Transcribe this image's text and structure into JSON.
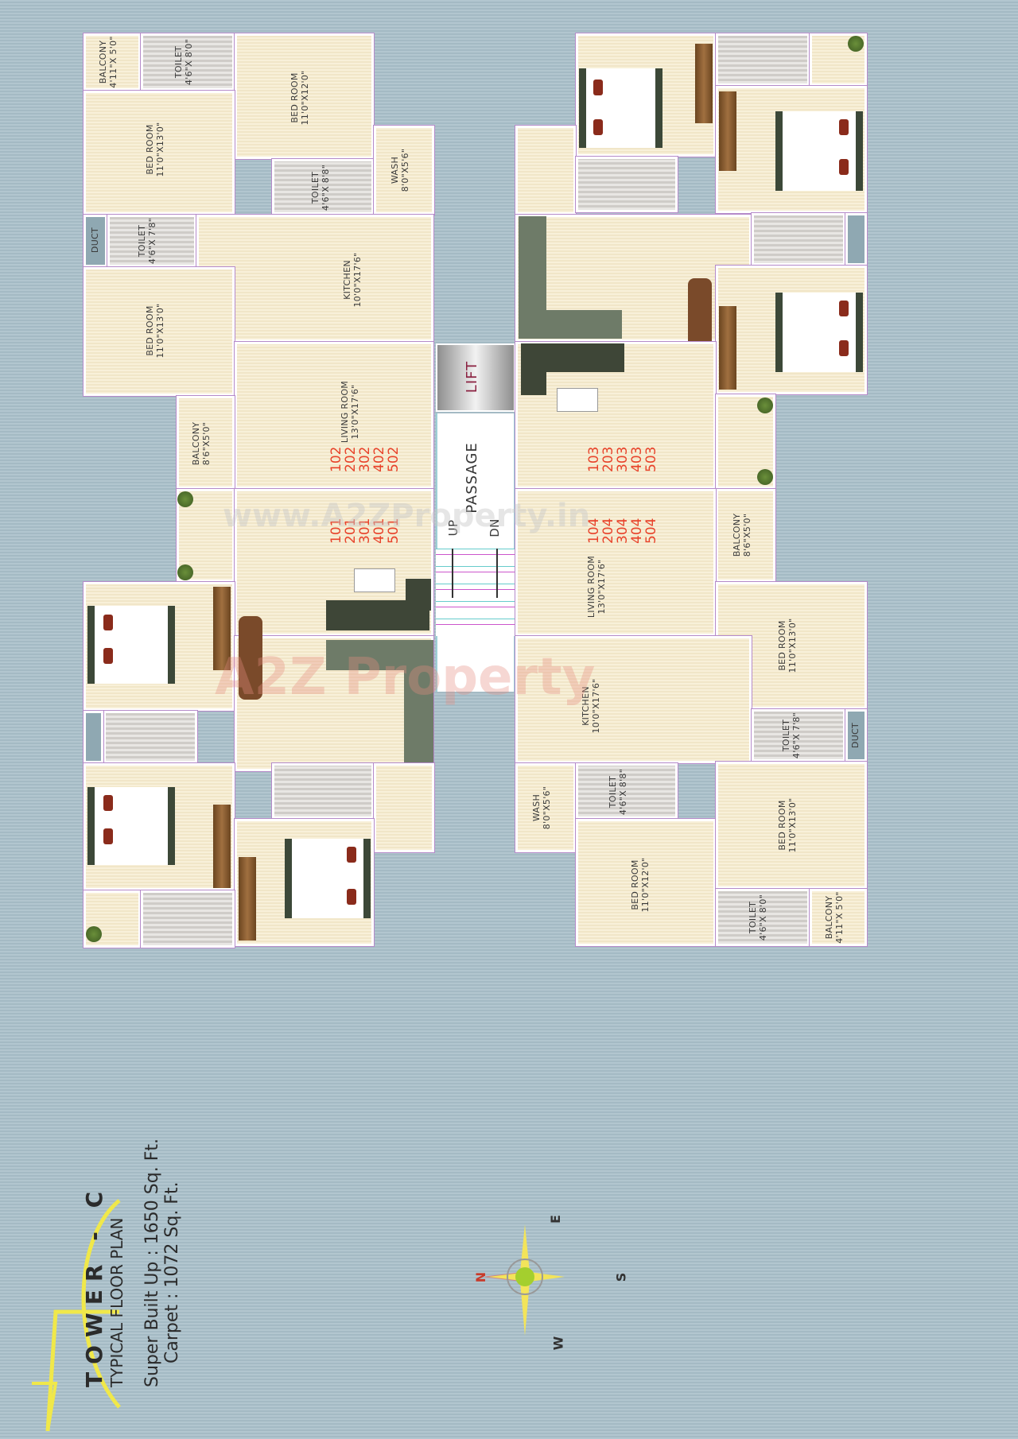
{
  "title": {
    "tower": "TOWER - C",
    "subtitle": "TYPICAL FLOOR PLAN",
    "super_built_up": "Super Built Up : 1650 Sq. Ft.",
    "carpet": "Carpet : 1072 Sq. Ft."
  },
  "core": {
    "lift": "LIFT",
    "passage": "PASSAGE",
    "up": "UP",
    "dn": "DN"
  },
  "units": {
    "flat_x01": [
      "101",
      "201",
      "301",
      "401",
      "501"
    ],
    "flat_x02": [
      "102",
      "202",
      "302",
      "402",
      "502"
    ],
    "flat_x03": [
      "103",
      "203",
      "303",
      "403",
      "503"
    ],
    "flat_x04": [
      "104",
      "204",
      "304",
      "404",
      "504"
    ],
    "color": "#e8432b"
  },
  "left_top_flat": {
    "balcony_1": {
      "name": "BALCONY",
      "dim": "4'11\"X 5'0\""
    },
    "toilet_1": {
      "name": "TOILET",
      "dim": "4'6\"X 8'0\""
    },
    "bedroom_1": {
      "name": "BED ROOM",
      "dim": "11'0\"X12'0\""
    },
    "bedroom_2": {
      "name": "BED ROOM",
      "dim": "11'0\"X13'0\""
    },
    "toilet_2": {
      "name": "TOILET",
      "dim": "4'6\"X 8'8\""
    },
    "wash": {
      "name": "WASH",
      "dim": "8'0\"X5'6\""
    },
    "duct": {
      "name": "DUCT"
    },
    "toilet_3": {
      "name": "TOILET",
      "dim": "4'6\"X 7'8\""
    },
    "kitchen": {
      "name": "KITCHEN",
      "dim": "10'0\"X17'6\""
    },
    "bedroom_3": {
      "name": "BED ROOM",
      "dim": "11'0\"X13'0\""
    },
    "living": {
      "name": "LIVING ROOM",
      "dim": "13'0\"X17'6\""
    },
    "balcony_2": {
      "name": "BALCONY",
      "dim": "8'6\"X5'0\""
    }
  },
  "right_bottom_flat": {
    "balcony_1": {
      "name": "BALCONY",
      "dim": "8'6\"X5'0\""
    },
    "living": {
      "name": "LIVING ROOM",
      "dim": "13'0\"X17'6\""
    },
    "bedroom_1": {
      "name": "BED ROOM",
      "dim": "11'0\"X13'0\""
    },
    "kitchen": {
      "name": "KITCHEN",
      "dim": "10'0\"X17'6\""
    },
    "toilet_1": {
      "name": "TOILET",
      "dim": "4'6\"X 7'8\""
    },
    "duct": {
      "name": "DUCT"
    },
    "wash": {
      "name": "WASH",
      "dim": "8'0\"X5'6\""
    },
    "toilet_2": {
      "name": "TOILET",
      "dim": "4'6\"X 8'8\""
    },
    "bedroom_2": {
      "name": "BED ROOM",
      "dim": "11'0\"X12'0\""
    },
    "bedroom_3": {
      "name": "BED ROOM",
      "dim": "11'0\"X13'0\""
    },
    "toilet_3": {
      "name": "TOILET",
      "dim": "4'6\"X 8'0\""
    },
    "balcony_2": {
      "name": "BALCONY",
      "dim": "4'11\"X 5'0\""
    }
  },
  "compass": {
    "n": "N",
    "e": "E",
    "s": "S",
    "w": "W"
  },
  "watermarks": {
    "site": "www.A2ZProperty.in",
    "brand": "A2Z Property"
  }
}
